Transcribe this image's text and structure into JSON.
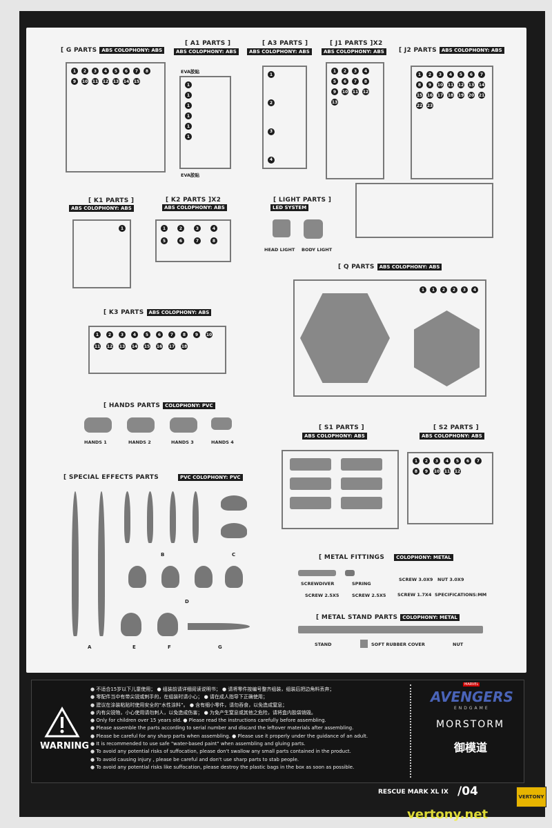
{
  "sections": {
    "g": {
      "title": "[ G PARTS",
      "tag": "ABS COLOPHONY: ABS",
      "parts": [
        1,
        2,
        3,
        4,
        5,
        6,
        7,
        8,
        9,
        10,
        11,
        12,
        13,
        14,
        15
      ]
    },
    "a1": {
      "title": "[ A1 PARTS ]",
      "tag": "ABS COLOPHONY: ABS",
      "label": "EVA胶贴",
      "label2": "EVA胶贴",
      "parts": [
        1,
        1,
        1,
        1,
        1,
        1
      ]
    },
    "a3": {
      "title": "[ A3 PARTS ]",
      "tag": "ABS COLOPHONY: ABS",
      "parts": [
        1,
        2,
        3,
        4
      ]
    },
    "j1": {
      "title": "[ J1 PARTS ]X2",
      "tag": "ABS COLOPHONY: ABS",
      "parts": [
        1,
        2,
        3,
        4,
        5,
        6,
        7,
        8,
        9,
        10,
        11,
        12,
        13
      ]
    },
    "j2": {
      "title": "[ J2 PARTS",
      "tag": "ABS COLOPHONY: ABS",
      "parts": [
        1,
        2,
        3,
        4,
        5,
        6,
        7,
        8,
        9,
        10,
        11,
        12,
        13,
        14,
        15,
        16,
        17,
        18,
        19,
        20,
        21,
        22,
        23
      ]
    },
    "k1": {
      "title": "[ K1 PARTS ]",
      "tag": "ABS COLOPHONY: ABS",
      "parts": [
        1
      ]
    },
    "k2": {
      "title": "[ K2 PARTS ]X2",
      "tag": "ABS COLOPHONY: ABS",
      "parts": [
        1,
        2,
        3,
        4,
        5,
        6,
        7,
        8
      ]
    },
    "light": {
      "title": "[ LIGHT PARTS ]",
      "tag": "LED SYSTEM",
      "items": [
        "HEAD LIGHT",
        "BODY LIGHT"
      ]
    },
    "q": {
      "title": "[ Q PARTS",
      "tag": "ABS COLOPHONY: ABS",
      "parts": [
        1,
        1,
        2,
        2,
        3,
        4
      ]
    },
    "k3": {
      "title": "[ K3 PARTS",
      "tag": "ABS COLOPHONY: ABS",
      "parts": [
        1,
        2,
        3,
        4,
        5,
        6,
        7,
        8,
        9,
        10,
        11,
        12,
        13,
        14,
        15,
        16,
        17,
        18
      ]
    },
    "hands": {
      "title": "[ HANDS PARTS",
      "tag": "COLOPHONY: PVC",
      "items": [
        "HANDS 1",
        "HANDS 2",
        "HANDS 3",
        "HANDS 4"
      ]
    },
    "s1": {
      "title": "[ S1 PARTS ]",
      "tag": "ABS COLOPHONY: ABS"
    },
    "s2": {
      "title": "[ S2 PARTS ]",
      "tag": "ABS COLOPHONY: ABS",
      "parts": [
        1,
        2,
        3,
        4,
        5,
        6,
        7,
        8,
        9,
        10,
        11,
        12
      ]
    },
    "effects": {
      "title": "[ SPECIAL EFFECTS PARTS",
      "tag": "PVC COLOPHONY: PVC",
      "groups": [
        "A",
        "B",
        "C",
        "D",
        "E",
        "F",
        "G"
      ]
    },
    "metal": {
      "title": "[ METAL FITTINGS",
      "tag": "COLOPHONY: METAL",
      "items": [
        "SCREWDIVER",
        "SPRING",
        "SCREW 3.0X9",
        "NUT 3.0X9",
        "SCREW 2.5X5",
        "SCREW 2.5X5",
        "SCREW 1.7X4",
        "SPECIFICATIONS:MM"
      ]
    },
    "stand": {
      "title": "[ METAL STAND PARTS",
      "tag": "COLOPHONY: METAL",
      "items": [
        "STAND",
        "SOFT RUBBER COVER",
        "NUT"
      ]
    }
  },
  "warning": {
    "label": "WARNING",
    "lines": [
      "不适合15岁以下儿童使用； ● 组装前请详细阅读说明书； ● 请将零件按编号整齐组装，组装后把边角料丢弃；",
      "零配件当中有带尖锐或刺手的，在组装时请小心； ● 请在成人指导下正确使用；",
      "建议在涂装粘贴时使用安全的“水性涂料”。 ● 含有细小零件，请勿吞食，以免造成窒息；",
      "内有尖锐物，小心使用请勿刺人，以免造成伤害； ● 为免产生窒息或其他之危险，请将盒内胶袋销毁。",
      "Only for children over 15 years old. ● Please read the instructions carefully before assembling.",
      "Please assemble the parts according to serial number and discard the leftover materials after assembling.",
      "Please be careful for any sharp parts when assembling. ● Please use it properly under the guidance of an adult.",
      "It is recommended to use safe \"water-based paint\" when assembling and gluing parts.",
      "To avoid any potential risks of suffocation, please don't swallow any small parts contained in the product.",
      "To avoid causing injury , please be careful and don't use sharp parts to stab people.",
      "To avoid any potential risks like suffocation, please destroy the plastic bags in the box as soon as possible."
    ]
  },
  "brand": {
    "marvel": "MARVEL",
    "title": "AVENGERS",
    "subtitle": "ENDGAME",
    "maker": "MORSTORM",
    "maker_cn": "御模道"
  },
  "footer": {
    "product": "RESCUE MARK XL IX",
    "page": "/04",
    "watermark": "vertony.net",
    "badge": "VERTONY"
  }
}
